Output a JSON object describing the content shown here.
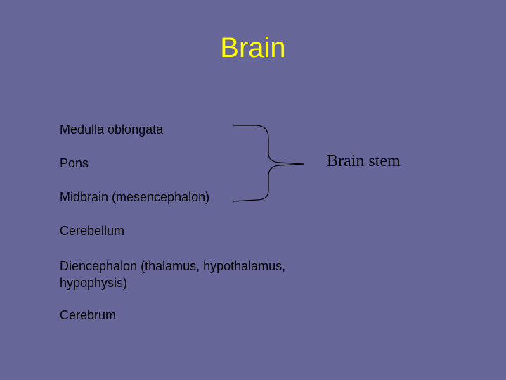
{
  "slide": {
    "title": "Brain",
    "items": [
      "Medulla oblongata",
      "Pons",
      "Midbrain (mesencephalon)",
      "Cerebellum",
      "Diencephalon (thalamus, hypothalamus,",
      "hypophysis)",
      "Cerebrum"
    ],
    "brace_label": "Brain stem"
  },
  "colors": {
    "background": "#666699",
    "title": "#ffff00",
    "text": "#000000"
  }
}
